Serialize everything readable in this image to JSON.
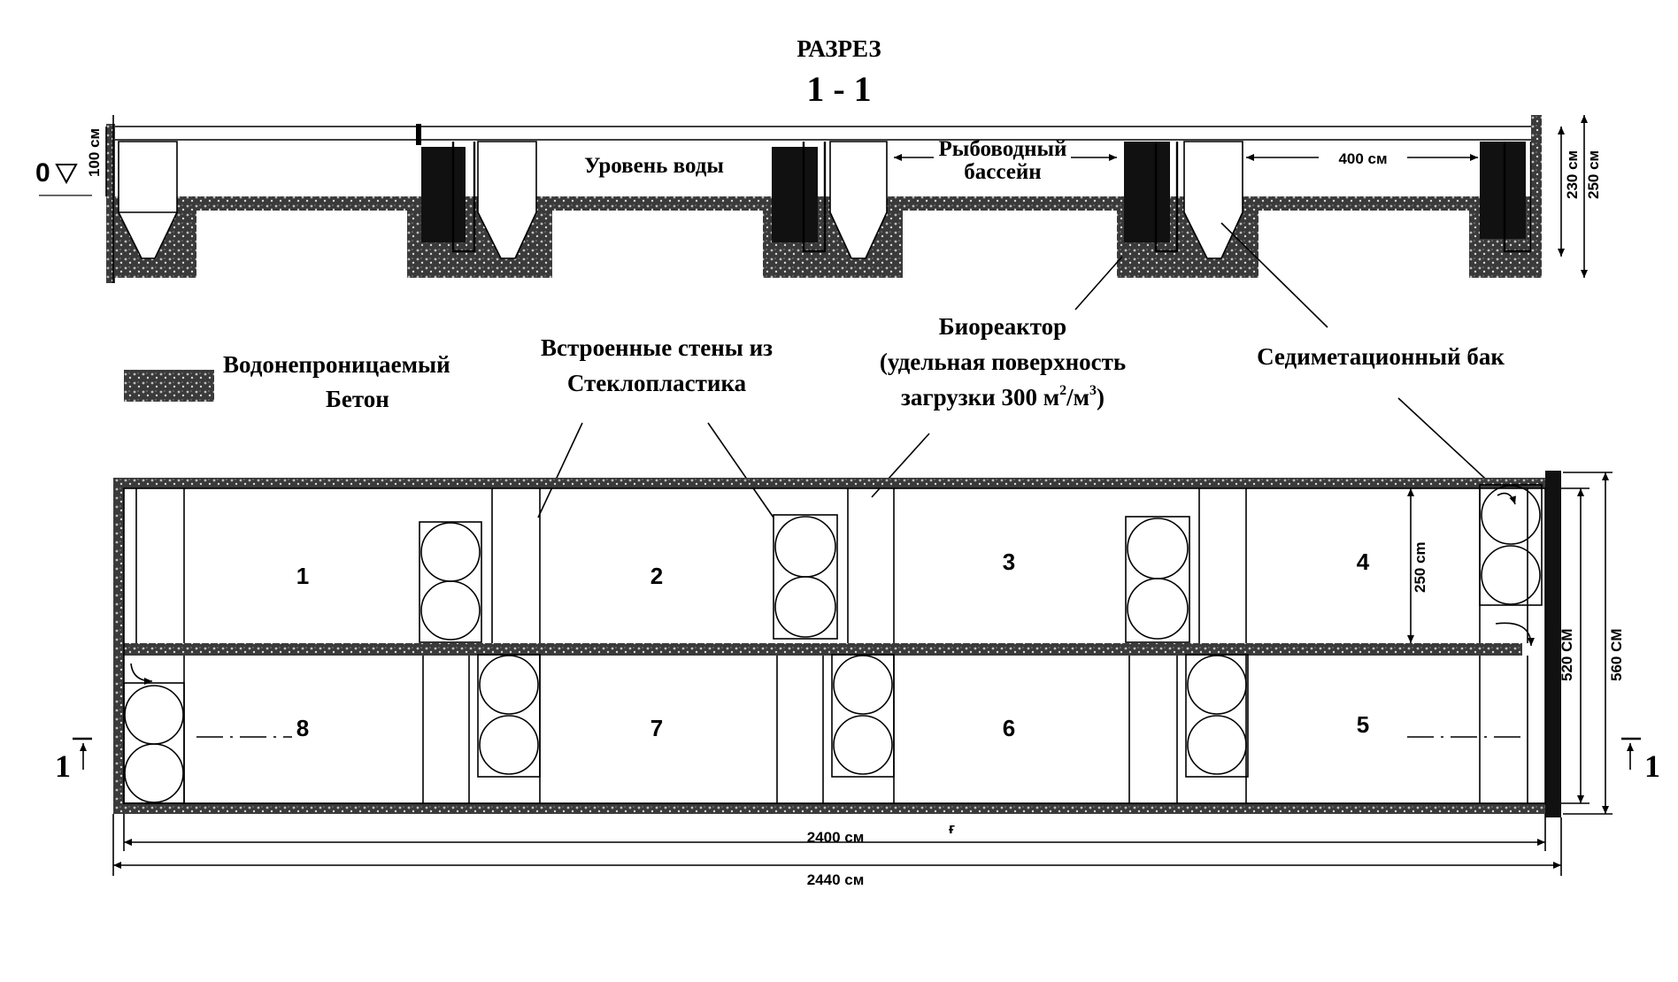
{
  "title": {
    "line1": "РАЗРЕЗ",
    "line2": "1 - 1"
  },
  "section": {
    "water_level_label": "Уровень воды",
    "fish_pool_label": [
      "Рыбоводный",
      "бассейн"
    ],
    "dim_400": "400 см",
    "dim_100": "100 см",
    "dim_230": "230 см",
    "dim_250": "250 см",
    "zero_mark": "0",
    "ground_mark": "—————"
  },
  "legend": {
    "concrete_label": [
      "Водонепроницаемый",
      "Бетон"
    ]
  },
  "callouts": {
    "fiberglass_walls": [
      "Встроенные стены из",
      "Стеклопластика"
    ],
    "bioreactor_line1": "Биореактор",
    "bioreactor_line2": "(удельная поверхность",
    "bioreactor_line3_prefix": "загрузки 300 м",
    "bioreactor_sup1": "2",
    "bioreactor_mid": "/м",
    "bioreactor_sup2": "3",
    "bioreactor_suffix": ")",
    "sedimentation_tank": "Седиметационный бак"
  },
  "plan": {
    "basins_top": [
      "1",
      "2",
      "3",
      "4"
    ],
    "basins_bottom": [
      "8",
      "7",
      "6",
      "5"
    ],
    "dim_250": "250 cm",
    "dim_520": "520 CM",
    "dim_560": "560 CM",
    "dim_2400": "2400 см",
    "dim_2440": "2440 см",
    "stray_mark": "ғ",
    "section_mark_left": "1",
    "section_mark_right": "1"
  }
}
